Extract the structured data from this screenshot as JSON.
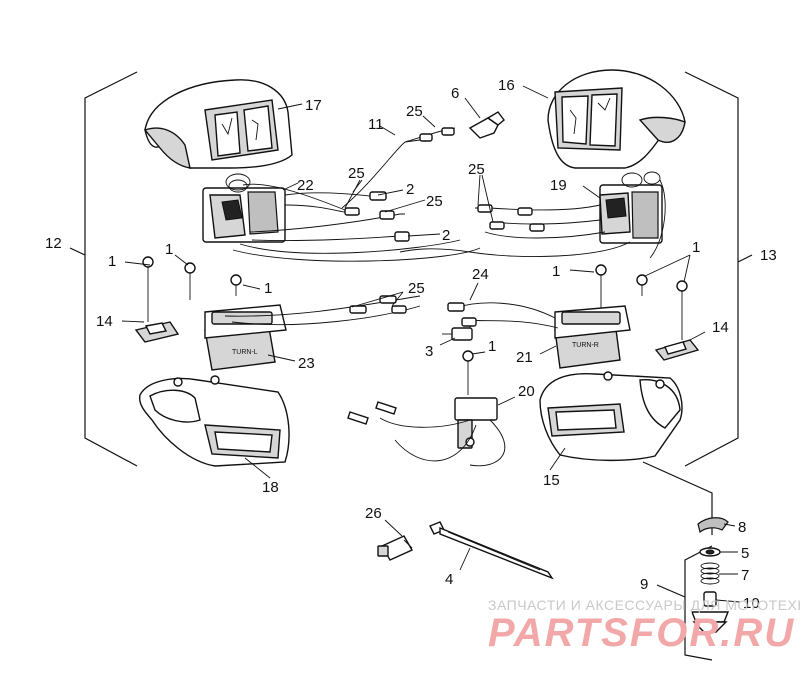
{
  "callouts": {
    "c1": "1",
    "c2": "2",
    "c3": "3",
    "c4": "4",
    "c5": "5",
    "c6": "6",
    "c7": "7",
    "c8": "8",
    "c9": "9",
    "c10": "10",
    "c11": "11",
    "c12": "12",
    "c13": "13",
    "c14": "14",
    "c15": "15",
    "c16": "16",
    "c17": "17",
    "c18": "18",
    "c19": "19",
    "c20": "20",
    "c21": "21",
    "c22": "22",
    "c23": "23",
    "c24": "24",
    "c25": "25",
    "c26": "26"
  },
  "switch_labels": {
    "left": "TURN-L",
    "right": "TURN-R"
  },
  "watermark": {
    "subtitle": "ЗАПЧАСТИ И АКСЕССУАРЫ ДЛЯ МОТОТЕХНИКИ",
    "brand": "PARTSFOR.RU"
  }
}
